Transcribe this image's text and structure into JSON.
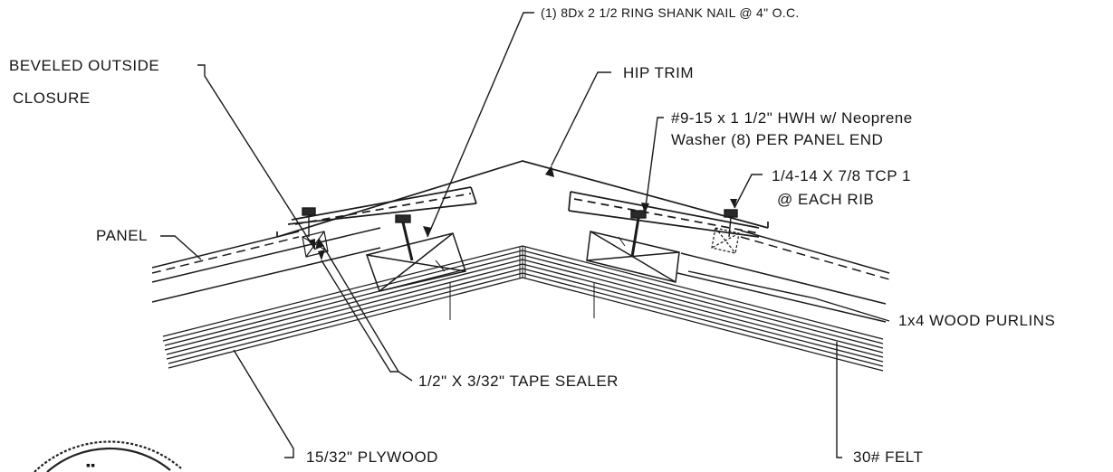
{
  "labels": {
    "nail": "(1) 8Dx 2 1/2 RING SHANK NAIL @ 4\" O.C.",
    "hip_trim": "HIP TRIM",
    "beveled_1": "BEVELED OUTSIDE",
    "beveled_2": "CLOSURE",
    "screw_1": "#9-15 x 1 1/2\" HWH w/ Neoprene",
    "screw_2": "Washer (8) PER PANEL END",
    "tcp_1": "1/4-14 X 7/8 TCP 1",
    "tcp_2": "@ EACH RIB",
    "panel": "PANEL",
    "purlins": "1x4 WOOD PURLINS",
    "tape": "1/2\" X 3/32\" TAPE SEALER",
    "plywood": "15/32\" PLYWOOD",
    "felt": "30# FELT"
  }
}
